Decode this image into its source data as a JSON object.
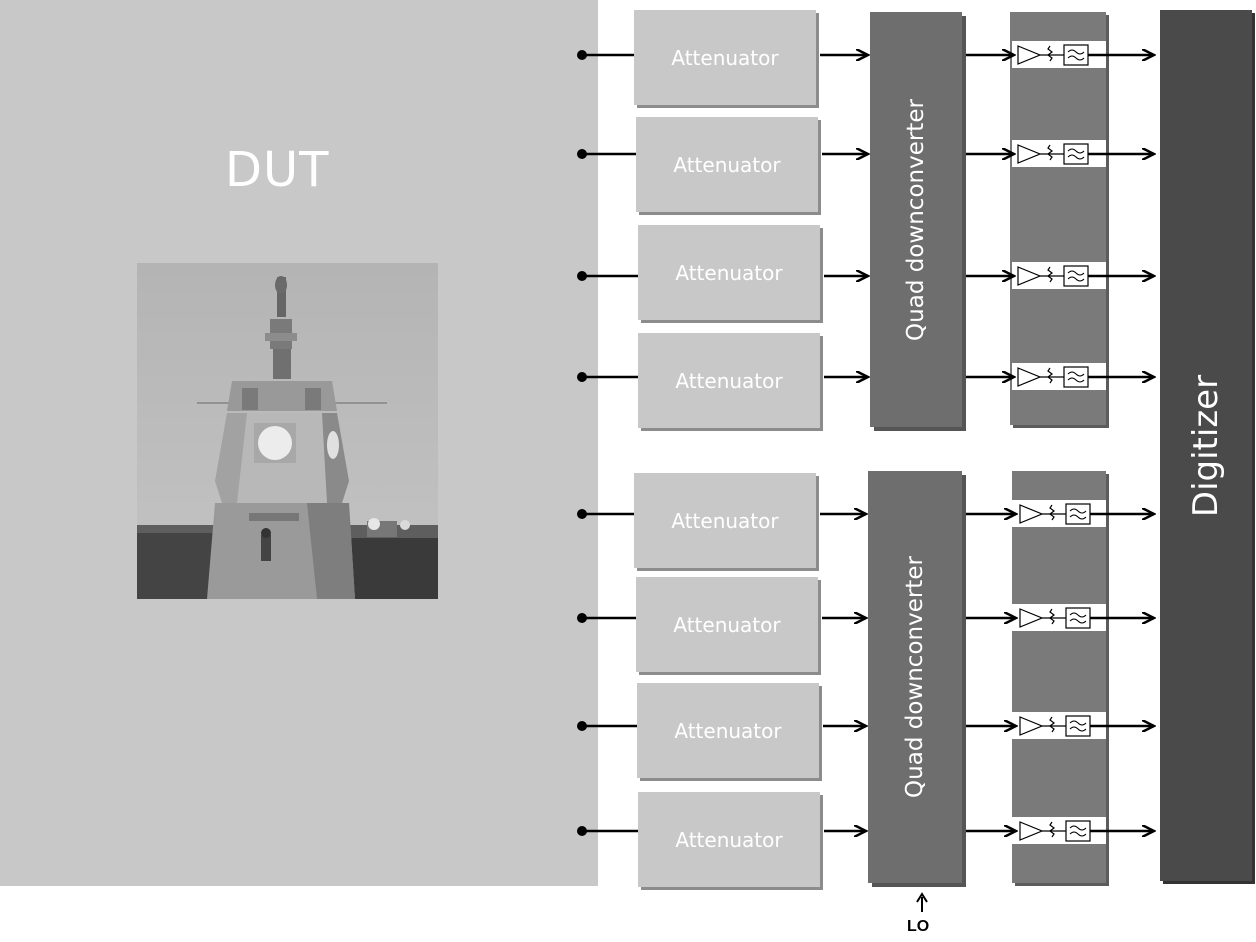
{
  "dut": {
    "label": "DUT"
  },
  "attenuators": [
    {
      "label": "Attenuator"
    },
    {
      "label": "Attenuator"
    },
    {
      "label": "Attenuator"
    },
    {
      "label": "Attenuator"
    },
    {
      "label": "Attenuator"
    },
    {
      "label": "Attenuator"
    },
    {
      "label": "Attenuator"
    },
    {
      "label": "Attenuator"
    }
  ],
  "downconverters": [
    {
      "label": "Quad downconverter"
    },
    {
      "label": "Quad downconverter"
    }
  ],
  "digitizer": {
    "label": "Digitizer"
  },
  "lo": {
    "label": "LO"
  },
  "colors": {
    "dut_panel": "#c8c8c8",
    "attenuator_box": "#c8c8c8",
    "downconverter_box": "#6e6e6e",
    "filter_strip": "#7a7a7a",
    "digitizer_box": "#4a4a4a"
  }
}
